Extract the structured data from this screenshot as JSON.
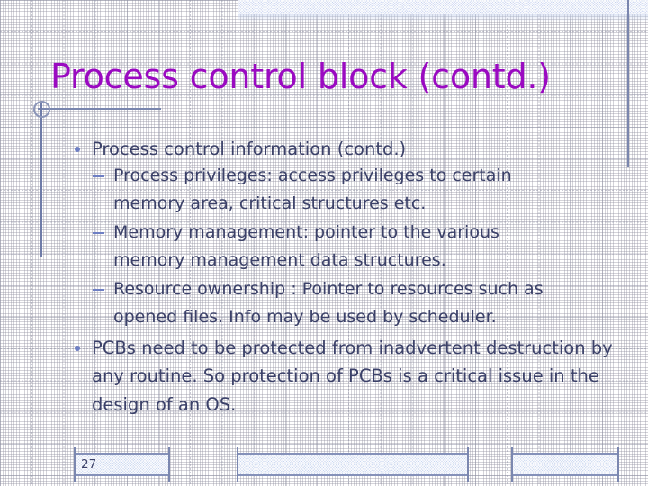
{
  "slide": {
    "title": "Process control block (contd.)",
    "page_number": "27",
    "title_color": "#9a0ac0",
    "body_color": "#3b4168",
    "accent_color": "#6f7fc4",
    "rule_color": "#7a86ad",
    "band_color": "#c7d3ee"
  },
  "content": {
    "bullets": [
      {
        "level": 1,
        "text": "Process control information (contd.)",
        "marker": "disc-bullet"
      },
      {
        "level": 2,
        "marker": "dash-bullet",
        "lines": [
          "Process privileges: access privileges to certain",
          "memory area, critical structures etc."
        ]
      },
      {
        "level": 2,
        "marker": "dash-bullet",
        "lines": [
          "Memory management: pointer to the various",
          "memory management data structures."
        ]
      },
      {
        "level": 2,
        "marker": "dash-bullet",
        "lines": [
          "Resource ownership : Pointer to resources such as",
          "opened files. Info may be used by scheduler."
        ]
      },
      {
        "level": 1,
        "marker": "disc-bullet",
        "lines": [
          "PCBs need to be protected from inadvertent",
          "destruction by any routine. So protection of PCBs is a",
          "critical issue in the design of an OS."
        ]
      }
    ]
  },
  "decorations": {
    "top_band_label": "hatched-top-band",
    "circle_label": "circle-ornament",
    "footer_label": "hatched-footer-bar"
  }
}
